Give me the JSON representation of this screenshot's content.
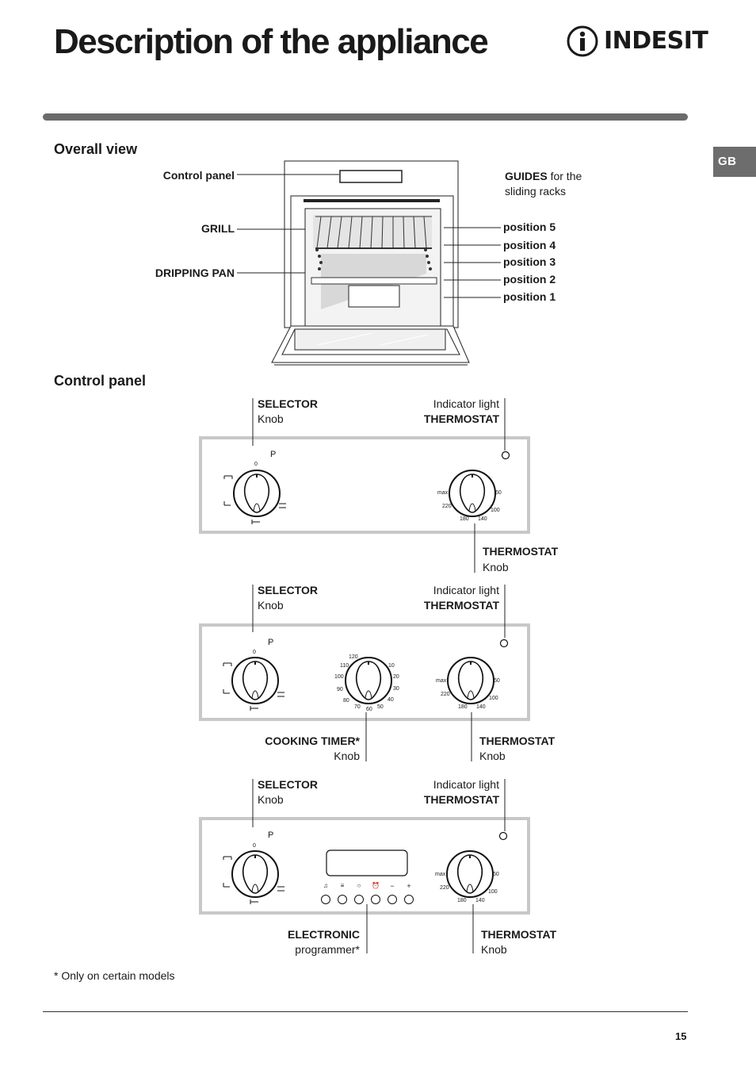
{
  "header": {
    "title": "Description of the appliance",
    "brand": "INDESIT",
    "lang_tab": "GB"
  },
  "overall": {
    "heading": "Overall view",
    "control_panel": "Control panel",
    "grill": "GRILL",
    "dripping_pan": "DRIPPING PAN",
    "guides_bold": "GUIDES",
    "guides_rest": " for the",
    "guides_line2": "sliding racks",
    "positions": [
      "position 5",
      "position 4",
      "position 3",
      "position 2",
      "position 1"
    ]
  },
  "control_panel": {
    "heading": "Control panel",
    "selector": "SELECTOR",
    "knob": "Knob",
    "indicator_light": "Indicator light",
    "thermostat": "THERMOSTAT",
    "cooking_timer": "COOKING TIMER*",
    "electronic": "ELECTRONIC",
    "programmer": "programmer*"
  },
  "dial": {
    "p": "P",
    "zero": "0",
    "thermo_labels": [
      "max",
      "220",
      "180",
      "140",
      "100",
      "60"
    ],
    "timer_labels": [
      "120",
      "110",
      "100",
      "90",
      "80",
      "70",
      "60",
      "50",
      "40",
      "30",
      "20",
      "10"
    ]
  },
  "programmer_buttons": [
    "♫",
    "≡",
    "○",
    "⏰",
    "−",
    "+"
  ],
  "footer": {
    "note": "* Only on certain models",
    "page": "15"
  }
}
